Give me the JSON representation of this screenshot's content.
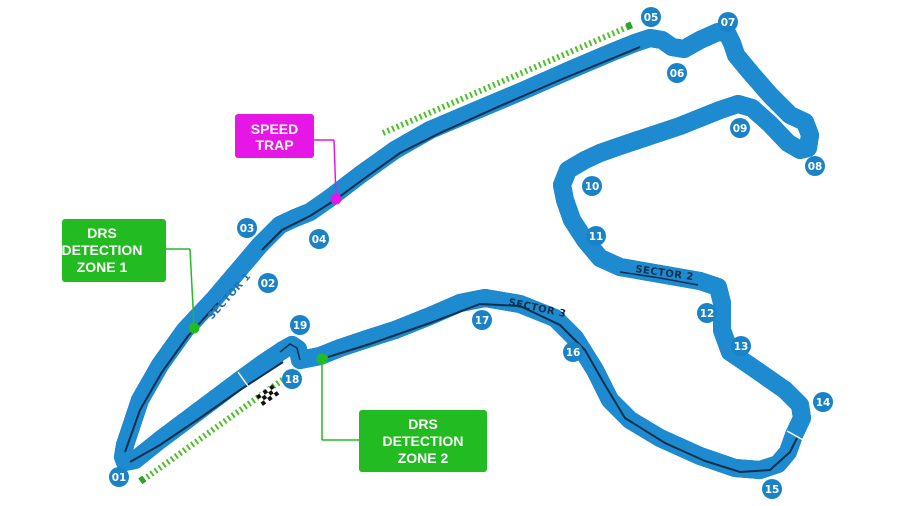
{
  "colors": {
    "track_outer": "#1e8bd0",
    "track_inner": "#dbeefa",
    "racing_line": "#0d2f4a",
    "turn_badge": "#1a82c6",
    "drs": "#22bb22",
    "drs_zone_line": "#4fbf2a",
    "speed_trap": "#e617e6",
    "sector_label": "#0d2f4a",
    "sector1_label": "#2a6fa6"
  },
  "turns": [
    "01",
    "02",
    "03",
    "04",
    "05",
    "06",
    "07",
    "08",
    "09",
    "10",
    "11",
    "12",
    "13",
    "14",
    "15",
    "16",
    "17",
    "18",
    "19"
  ],
  "sectors": {
    "s1": "SECTOR 1",
    "s2": "SECTOR 2",
    "s3": "SECTOR 3"
  },
  "labels": {
    "speed_trap": [
      "SPEED",
      "TRAP"
    ],
    "drs1": [
      "DRS",
      "DETECTION",
      "ZONE 1"
    ],
    "drs2": [
      "DRS",
      "DETECTION",
      "ZONE 2"
    ]
  }
}
